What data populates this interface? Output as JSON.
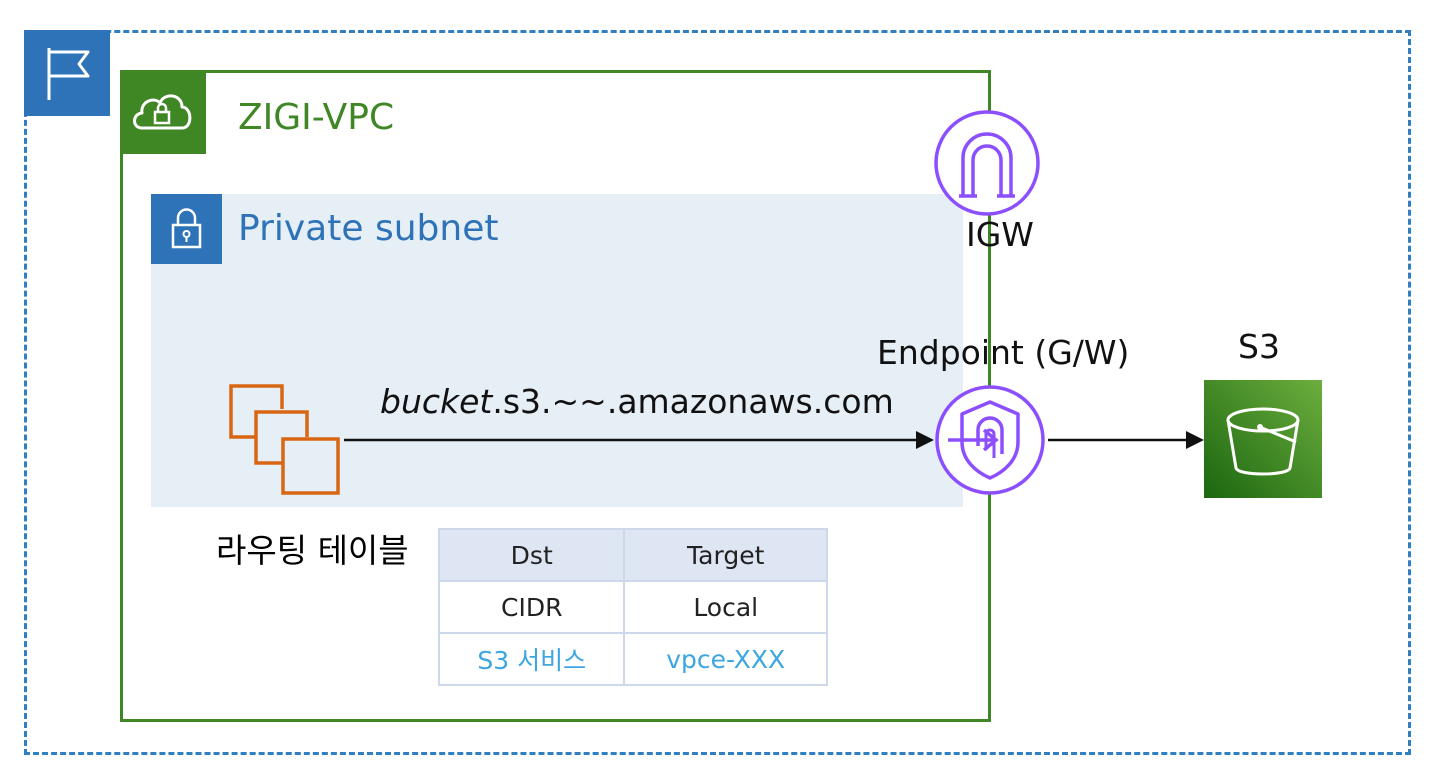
{
  "vpc": {
    "title": "ZIGI-VPC"
  },
  "subnet": {
    "title": "Private subnet"
  },
  "labels": {
    "igw": "IGW",
    "endpoint": "Endpoint (G/W)",
    "s3": "S3",
    "bucket_italic": "bucket",
    "bucket_rest": ".s3.~~.amazonaws.com",
    "routing_table": "라우팅 테이블"
  },
  "routing_table": {
    "headers": [
      "Dst",
      "Target"
    ],
    "rows": [
      [
        "CIDR",
        "Local"
      ],
      [
        "S3 서비스",
        "vpce-XXX"
      ]
    ]
  },
  "colors": {
    "region": "#2e73b8",
    "vpc": "#3f8624",
    "subnet_bg": "#e6eef6",
    "igw_endpoint": "#8c4fff",
    "ec2": "#d86613",
    "s3": "#3f8624",
    "highlight_text": "#3ba6e0"
  },
  "icons": {
    "region": "flag-icon",
    "vpc": "cloud-lock-icon",
    "subnet": "lock-icon",
    "ec2": "ec2-instances-icon",
    "igw": "internet-gateway-icon",
    "endpoint": "vpc-endpoint-icon",
    "s3": "s3-bucket-icon"
  }
}
